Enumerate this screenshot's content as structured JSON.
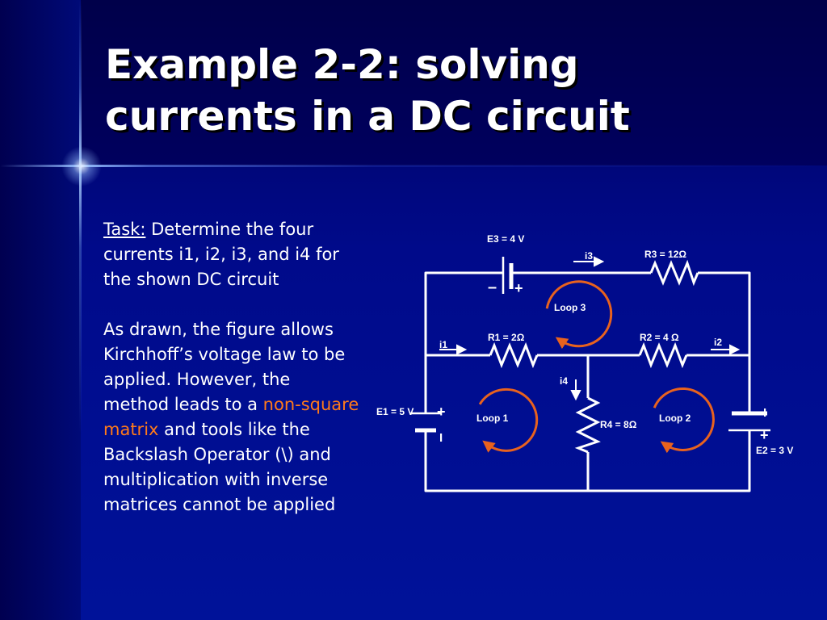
{
  "slide": {
    "title_line1": "Example 2-2: solving",
    "title_line2": "currents in a DC circuit"
  },
  "body": {
    "task_label": "Task:",
    "task_text": " Determine the four currents i1, i2, i3, and i4 for the shown DC circuit",
    "para2_before": "As drawn, the figure allows Kirchhoff’s voltage law to be applied. However, the method leads to a ",
    "para2_highlight": "non-square matrix",
    "para2_after": " and tools like the Backslash Operator (\\) and multiplication with inverse matrices cannot be applied"
  },
  "colors": {
    "title_text": "#ffffff",
    "highlight": "#ff7a1a",
    "wire": "#ffffff",
    "loop_arrow": "#e8621e"
  },
  "circuit": {
    "sources": {
      "e1": "E1 = 5 V",
      "e2": "E2 = 3 V",
      "e3": "E3 = 4 V"
    },
    "resistors": {
      "r1": "R1 = 2Ω",
      "r2": "R2 = 4 Ω",
      "r3": "R3 = 12Ω",
      "r4": "R4 = 8Ω"
    },
    "currents": {
      "i1": "i1",
      "i2": "i2",
      "i3": "i3",
      "i4": "i4"
    },
    "loops": {
      "loop1": "Loop 1",
      "loop2": "Loop 2",
      "loop3": "Loop 3"
    },
    "polarity": {
      "plus": "+",
      "minus": "–",
      "bar": "I"
    }
  }
}
